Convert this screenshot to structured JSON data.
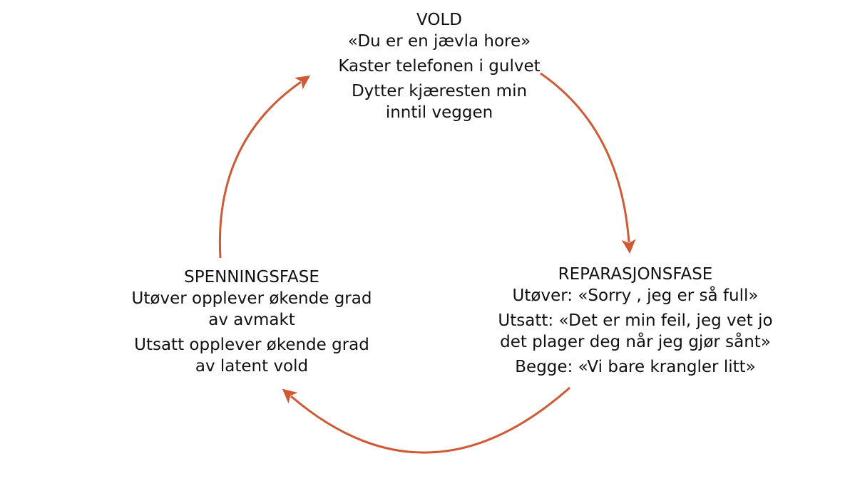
{
  "colors": {
    "arrow": "#cf5a36",
    "text": "#111111",
    "background": "#ffffff"
  },
  "phases": {
    "vold": {
      "title": "VOLD",
      "lines": [
        "«Du er en jævla hore»",
        "Kaster telefonen i gulvet",
        "Dytter kjæresten min",
        "inntil veggen"
      ]
    },
    "reparasjon": {
      "title": "REPARASJONSFASE",
      "lines": [
        "Utøver: «Sorry , jeg er så full»",
        "Utsatt: «Det er min feil, jeg vet jo",
        "det plager deg når jeg gjør sånt»",
        "Begge: «Vi bare krangler litt»"
      ]
    },
    "spenning": {
      "title": "SPENNINGSFASE",
      "lines": [
        "Utøver opplever økende grad",
        "av avmakt",
        "Utsatt opplever økende grad",
        "av latent vold"
      ]
    }
  }
}
